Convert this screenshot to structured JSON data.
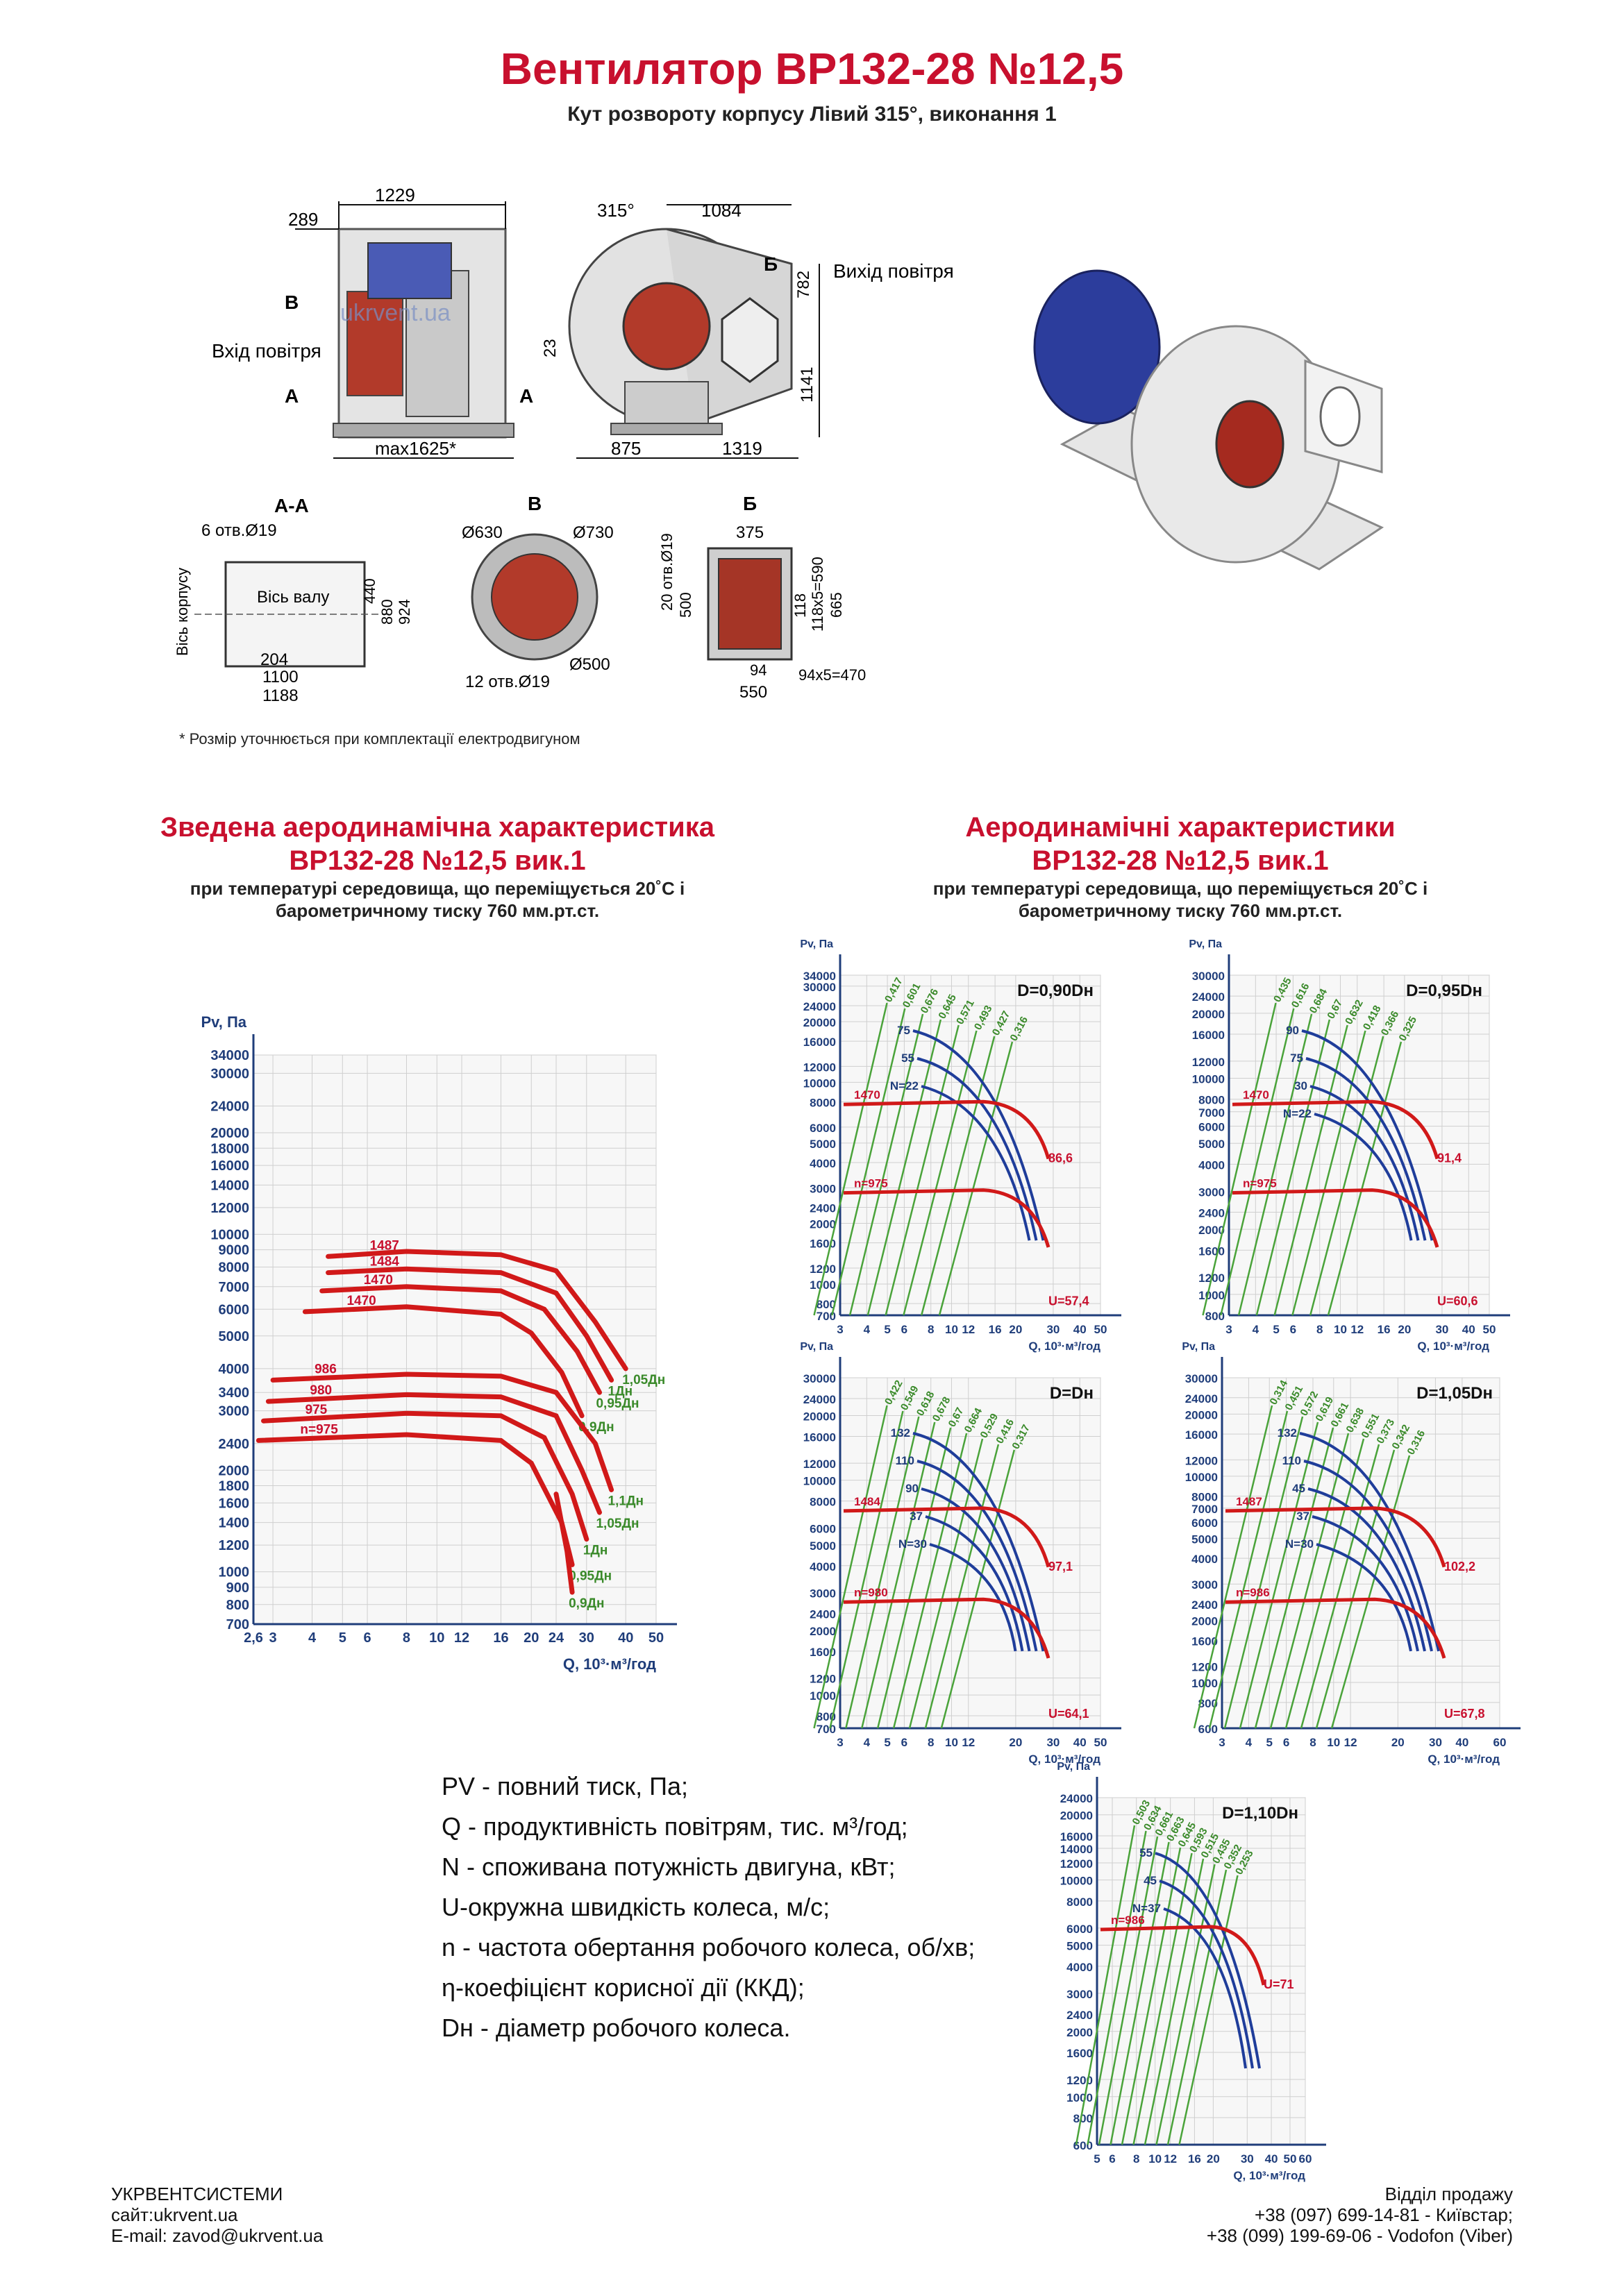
{
  "header": {
    "title": "Вентилятор ВР132-28 №12,5",
    "subtitle": "Кут розвороту корпусу Лівий 315°, виконання 1"
  },
  "drawings": {
    "side_view": {
      "d_1229": "1229",
      "d_289": "289",
      "label_B": "В",
      "inlet": "Вхід повітря",
      "label_A1": "А",
      "label_A2": "А",
      "d_max": "max1625*",
      "watermark": "ukrvent.ua"
    },
    "front_view": {
      "angle": "315°",
      "d_1084": "1084",
      "label_B": "Б",
      "outlet": "Вихід повітря",
      "d_782": "782",
      "d_23": "23",
      "d_1141": "1141",
      "d_875": "875",
      "d_1319": "1319"
    },
    "section_aa": {
      "title": "А-А",
      "holes": "6 отв.Ø19",
      "axis_body": "Вісь корпусу",
      "axis_shaft": "Вісь валу",
      "d_440": "440",
      "d_880": "880",
      "d_924": "924",
      "d_204": "204",
      "d_1100": "1100",
      "d_1188": "1188"
    },
    "section_b": {
      "title": "В",
      "d_630": "Ø630",
      "d_730": "Ø730",
      "d_500": "Ø500",
      "holes": "12 отв.Ø19"
    },
    "section_bb": {
      "title": "Б",
      "d_375": "375",
      "holes": "20 отв.Ø19",
      "d_500": "500",
      "d_118": "118",
      "d_118x5": "118x5=590",
      "d_665": "665",
      "d_94": "94",
      "d_94x5": "94x5=470",
      "d_550": "550"
    },
    "note": "* Розмір уточнюється при комплектації електродвигуном"
  },
  "summary_section": {
    "title_line1": "Зведена аеродинамічна характеристика",
    "title_line2": "ВР132-28 №12,5 вик.1",
    "sub_line1": "при температурі середовища, що переміщується 20˚С і",
    "sub_line2": "барометричному тиску 760 мм.рт.ст."
  },
  "detail_section": {
    "title_line1": "Аеродинамічні характеристики",
    "title_line2": "ВР132-28 №12,5 вик.1",
    "sub_line1": "при температурі середовища, що переміщується 20˚С і",
    "sub_line2": "барометричному тиску 760 мм.рт.ст."
  },
  "legend": [
    "PV - повний тиск, Па;",
    "Q - продуктивність повітрям, тис. м³/год;",
    "N - споживана потужність двигуна, кВт;",
    "U-окружна швидкість колеса, м/с;",
    "n - частота обертання робочого колеса, об/хв;",
    "η-коефіцієнт корисної дії (ККД);",
    "Dн - діаметр робочого колеса."
  ],
  "footer": {
    "company": "УКРВЕНТСИСТЕМИ",
    "site": "сайт:ukrvent.ua",
    "email": "E-mail: zavod@ukrvent.ua",
    "sales": "Відділ продажу",
    "phone1": "+38 (097) 699-14-81 - Київстар;",
    "phone2": "+38 (099) 199-69-06 - Vodofon (Viber)"
  },
  "chart_data": [
    {
      "type": "line",
      "id": "summary",
      "xlabel": "Q, 10³·м³/год",
      "ylabel": "Pv, Па",
      "xscale": "log",
      "yscale": "log",
      "xlim": [
        2.6,
        50
      ],
      "ylim": [
        700,
        34000
      ],
      "x_ticks": [
        "2,6",
        "3",
        "4",
        "5",
        "6",
        "8",
        "10",
        "12",
        "16",
        "20",
        "24",
        "30",
        "40",
        "50"
      ],
      "y_ticks": [
        "34000",
        "30000",
        "24000",
        "20000",
        "18000",
        "16000",
        "14000",
        "12000",
        "10000",
        "9000",
        "8000",
        "7000",
        "6000",
        "5000",
        "4000",
        "3400",
        "3000",
        "2400",
        "2000",
        "1800",
        "1600",
        "1400",
        "1200",
        "1000",
        "900",
        "800",
        "700"
      ],
      "series": [
        {
          "name": "1487",
          "points": [
            [
              4.5,
              8600
            ],
            [
              8,
              8900
            ],
            [
              16,
              8700
            ],
            [
              24,
              7800
            ],
            [
              32,
              5500
            ],
            [
              40,
              4000
            ]
          ],
          "end_label": "1,05Дн"
        },
        {
          "name": "1484",
          "points": [
            [
              4.5,
              7700
            ],
            [
              8,
              7900
            ],
            [
              16,
              7700
            ],
            [
              24,
              6700
            ],
            [
              30,
              5000
            ],
            [
              36,
              3700
            ]
          ],
          "end_label": "1Дн"
        },
        {
          "name": "1470",
          "points": [
            [
              4.3,
              6800
            ],
            [
              8,
              7000
            ],
            [
              16,
              6800
            ],
            [
              22,
              6000
            ],
            [
              28,
              4500
            ],
            [
              33,
              3400
            ]
          ],
          "end_label": "0,95Дн"
        },
        {
          "name": "1470",
          "points": [
            [
              3.8,
              5900
            ],
            [
              8,
              6100
            ],
            [
              16,
              5800
            ],
            [
              20,
              5100
            ],
            [
              25,
              3900
            ],
            [
              29,
              2900
            ]
          ],
          "end_label": "0,9Дн"
        },
        {
          "name": "986",
          "points": [
            [
              3,
              3700
            ],
            [
              8,
              3850
            ],
            [
              16,
              3800
            ],
            [
              24,
              3400
            ],
            [
              32,
              2400
            ],
            [
              36,
              1750
            ]
          ],
          "end_label": "1,1Дн"
        },
        {
          "name": "980",
          "points": [
            [
              2.9,
              3200
            ],
            [
              8,
              3350
            ],
            [
              16,
              3300
            ],
            [
              24,
              2900
            ],
            [
              29,
              2000
            ],
            [
              33,
              1500
            ]
          ],
          "end_label": "1,05Дн"
        },
        {
          "name": "975",
          "points": [
            [
              2.8,
              2800
            ],
            [
              8,
              2950
            ],
            [
              16,
              2900
            ],
            [
              22,
              2500
            ],
            [
              27,
              1700
            ],
            [
              30,
              1250
            ]
          ],
          "end_label": "1Дн"
        },
        {
          "name": "n=975",
          "points": [
            [
              2.7,
              2450
            ],
            [
              8,
              2550
            ],
            [
              16,
              2450
            ],
            [
              20,
              2100
            ],
            [
              25,
              1400
            ],
            [
              27,
              1050
            ]
          ],
          "end_label": "0,95Дн"
        },
        {
          "name": "",
          "points": [
            [
              24,
              1700
            ],
            [
              26,
              1150
            ],
            [
              27,
              870
            ]
          ],
          "end_label": "0,9Дн"
        }
      ]
    },
    {
      "type": "line",
      "id": "d090",
      "title": "D=0,90Dн",
      "xlim": [
        3,
        50
      ],
      "ylim": [
        700,
        34000
      ],
      "xlabel": "Q, 10³·м³/год",
      "ylabel": "Pv, Па",
      "y_ticks": [
        "34000",
        "30000",
        "24000",
        "20000",
        "16000",
        "12000",
        "10000",
        "8000",
        "6000",
        "5000",
        "4000",
        "3000",
        "2400",
        "2000",
        "1600",
        "1200",
        "1000",
        "800",
        "700"
      ],
      "x_ticks": [
        "3",
        "4",
        "5",
        "6",
        "8",
        "10",
        "12",
        "16",
        "20",
        "30",
        "40",
        "50"
      ],
      "eff_labels": [
        "0,417",
        "0,601",
        "0,676",
        "0,645",
        "0,571",
        "0,493",
        "0,427",
        "0,316"
      ],
      "power_labels": [
        "75",
        "55",
        "N=22"
      ],
      "speed_labels": [
        "1470",
        "n=975"
      ],
      "u_labels": [
        "86,6",
        "U=57,4"
      ]
    },
    {
      "type": "line",
      "id": "d095",
      "title": "D=0,95Dн",
      "xlim": [
        3,
        50
      ],
      "ylim": [
        800,
        30000
      ],
      "xlabel": "Q, 10³·м³/год",
      "ylabel": "Pv, Па",
      "y_ticks": [
        "30000",
        "24000",
        "20000",
        "16000",
        "12000",
        "10000",
        "8000",
        "7000",
        "6000",
        "5000",
        "4000",
        "3000",
        "2400",
        "2000",
        "1600",
        "1200",
        "1000",
        "800"
      ],
      "x_ticks": [
        "3",
        "4",
        "5",
        "6",
        "8",
        "10",
        "12",
        "16",
        "20",
        "30",
        "40",
        "50"
      ],
      "eff_labels": [
        "0,435",
        "0,616",
        "0,684",
        "0,67",
        "0,632",
        "0,418",
        "0,366",
        "0,325"
      ],
      "power_labels": [
        "90",
        "75",
        "30",
        "N=22"
      ],
      "speed_labels": [
        "1470",
        "n=975"
      ],
      "u_labels": [
        "91,4",
        "U=60,6"
      ]
    },
    {
      "type": "line",
      "id": "d100",
      "title": "D=Dн",
      "xlim": [
        3,
        50
      ],
      "ylim": [
        700,
        30000
      ],
      "xlabel": "Q, 10³·м³/год",
      "ylabel": "Pv, Па",
      "y_ticks": [
        "30000",
        "24000",
        "20000",
        "16000",
        "12000",
        "10000",
        "8000",
        "6000",
        "5000",
        "4000",
        "3000",
        "2400",
        "2000",
        "1600",
        "1200",
        "1000",
        "800",
        "700"
      ],
      "x_ticks": [
        "3",
        "4",
        "5",
        "6",
        "8",
        "10",
        "12",
        "20",
        "30",
        "40",
        "50"
      ],
      "eff_labels": [
        "0,422",
        "0,549",
        "0,618",
        "0,678",
        "0,67",
        "0,664",
        "0,529",
        "0,416",
        "0,317"
      ],
      "power_labels": [
        "132",
        "110",
        "90",
        "37",
        "N=30"
      ],
      "speed_labels": [
        "1484",
        "n=980"
      ],
      "u_labels": [
        "97,1",
        "U=64,1"
      ]
    },
    {
      "type": "line",
      "id": "d105",
      "title": "D=1,05Dн",
      "xlim": [
        3,
        60
      ],
      "ylim": [
        600,
        30000
      ],
      "xlabel": "Q, 10³·м³/год",
      "ylabel": "Pv, Па",
      "y_ticks": [
        "30000",
        "24000",
        "20000",
        "16000",
        "12000",
        "10000",
        "8000",
        "7000",
        "6000",
        "5000",
        "4000",
        "3000",
        "2400",
        "2000",
        "1600",
        "1200",
        "1000",
        "800",
        "600"
      ],
      "x_ticks": [
        "3",
        "4",
        "5",
        "6",
        "8",
        "10",
        "12",
        "20",
        "30",
        "40",
        "60"
      ],
      "eff_labels": [
        "0,314",
        "0,451",
        "0,572",
        "0,619",
        "0,661",
        "0,638",
        "0,551",
        "0,373",
        "0,342",
        "0,316"
      ],
      "power_labels": [
        "132",
        "110",
        "45",
        "37",
        "N=30"
      ],
      "speed_labels": [
        "1487",
        "n=986"
      ],
      "u_labels": [
        "102,2",
        "U=67,8"
      ]
    },
    {
      "type": "line",
      "id": "d110",
      "title": "D=1,10Dн",
      "xlim": [
        5,
        60
      ],
      "ylim": [
        600,
        24000
      ],
      "xlabel": "Q, 10³·м³/год",
      "ylabel": "Pv, Па",
      "y_ticks": [
        "24000",
        "20000",
        "16000",
        "14000",
        "12000",
        "10000",
        "8000",
        "6000",
        "5000",
        "4000",
        "3000",
        "2400",
        "2000",
        "1600",
        "1200",
        "1000",
        "800",
        "600"
      ],
      "x_ticks": [
        "5",
        "6",
        "8",
        "10",
        "12",
        "16",
        "20",
        "30",
        "40",
        "50",
        "60"
      ],
      "eff_labels": [
        "0,503",
        "0,634",
        "0,661",
        "0,663",
        "0,645",
        "0,593",
        "0,515",
        "0,435",
        "0,352",
        "0,253"
      ],
      "power_labels": [
        "55",
        "45",
        "N=37"
      ],
      "speed_labels": [
        "n=986"
      ],
      "u_labels": [
        "U=71"
      ]
    }
  ]
}
